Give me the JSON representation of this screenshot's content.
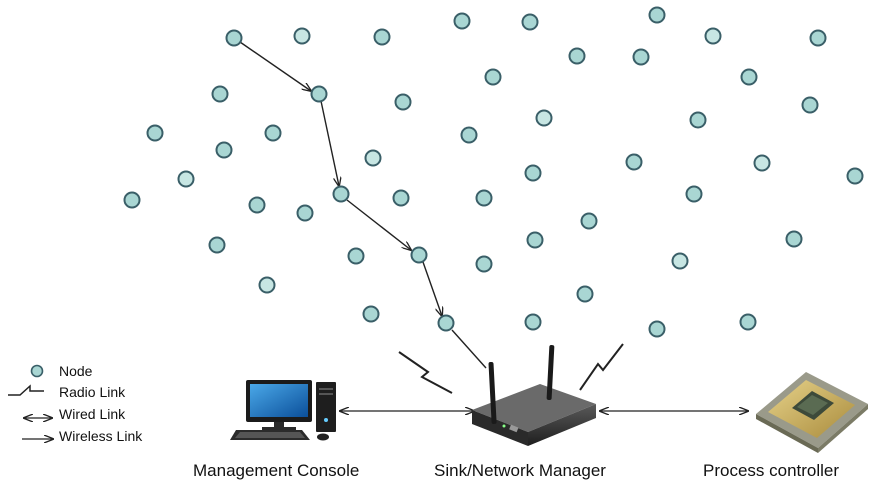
{
  "colors": {
    "node_fill": "#a9d6d3",
    "node_fill_light": "#c7e6e3",
    "node_stroke": "#3a5f68",
    "link": "#222222"
  },
  "legend": {
    "node": "Node",
    "radio_link": "Radio Link",
    "wired_link": "Wired Link",
    "wireless_link": "Wireless Link"
  },
  "devices": {
    "console": "Management Console",
    "sink": "Sink/Network Manager",
    "controller": "Process controller"
  },
  "icons": [
    "node-icon",
    "computer-icon",
    "router-icon",
    "cpu-chip-icon",
    "radio-link-icon"
  ]
}
